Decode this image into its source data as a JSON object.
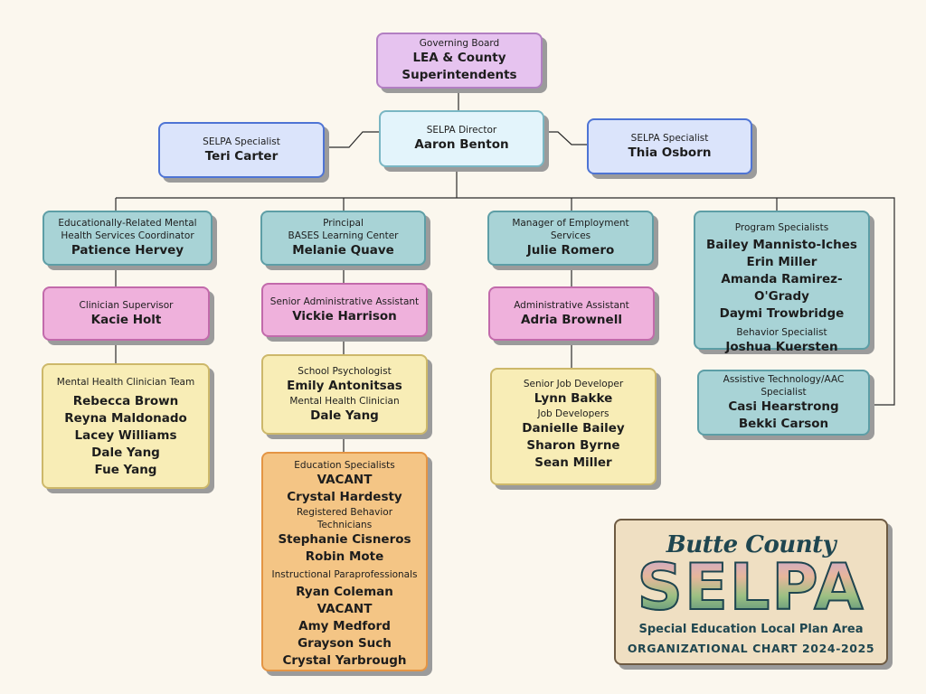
{
  "governing_board": {
    "role": "Governing Board",
    "name_line1": "LEA & County",
    "name_line2": "Superintendents"
  },
  "director": {
    "role": "SELPA Director",
    "name": "Aaron Benton"
  },
  "specialist_left": {
    "role": "SELPA Specialist",
    "name": "Teri Carter"
  },
  "specialist_right": {
    "role": "SELPA Specialist",
    "name": "Thia Osborn"
  },
  "col1": {
    "coordinator": {
      "role_line1": "Educationally-Related Mental",
      "role_line2": "Health Services Coordinator",
      "name": "Patience Hervey"
    },
    "supervisor": {
      "role": "Clinician Supervisor",
      "name": "Kacie Holt"
    },
    "team": {
      "role": "Mental Health Clinician Team",
      "members": [
        "Rebecca Brown",
        "Reyna Maldonado",
        "Lacey Williams",
        "Dale Yang",
        "Fue Yang"
      ]
    }
  },
  "col2": {
    "principal": {
      "role_line1": "Principal",
      "role_line2": "BASES Learning Center",
      "name": "Melanie Quave"
    },
    "assistant": {
      "role": "Senior Administrative Assistant",
      "name": "Vickie Harrison"
    },
    "psych": {
      "role1": "School Psychologist",
      "name1": "Emily Antonitsas",
      "role2": "Mental Health Clinician",
      "name2": "Dale Yang"
    },
    "education": {
      "role1": "Education Specialists",
      "members1": [
        "VACANT",
        "Crystal Hardesty"
      ],
      "role2": "Registered Behavior Technicians",
      "members2": [
        "Stephanie Cisneros",
        "Robin Mote"
      ],
      "role3": "Instructional Paraprofessionals",
      "members3": [
        "Ryan Coleman",
        "VACANT",
        "Amy Medford",
        "Grayson Such",
        "Crystal Yarbrough"
      ]
    }
  },
  "col3": {
    "manager": {
      "role": "Manager of Employment Services",
      "name": "Julie Romero"
    },
    "assistant": {
      "role": "Administrative Assistant",
      "name": "Adria Brownell"
    },
    "jobs": {
      "role1": "Senior Job Developer",
      "name1": "Lynn Bakke",
      "role2": "Job Developers",
      "members": [
        "Danielle Bailey",
        "Sharon Byrne",
        "Sean Miller"
      ]
    }
  },
  "col4": {
    "program": {
      "role1": "Program Specialists",
      "members": [
        "Bailey Mannisto-Iches",
        "Erin Miller",
        "Amanda Ramirez-O'Grady",
        "Daymi Trowbridge"
      ],
      "role2": "Behavior Specialist",
      "name2": "Joshua Kuersten"
    },
    "assistive": {
      "role": "Assistive Technology/AAC Specialist",
      "members": [
        "Casi Hearstrong",
        "Bekki Carson"
      ]
    }
  },
  "logo": {
    "county": "Butte County",
    "selpa": "SELPA",
    "subtitle": "Special Education Local Plan Area",
    "year": "ORGANIZATIONAL CHART 2024-2025"
  }
}
